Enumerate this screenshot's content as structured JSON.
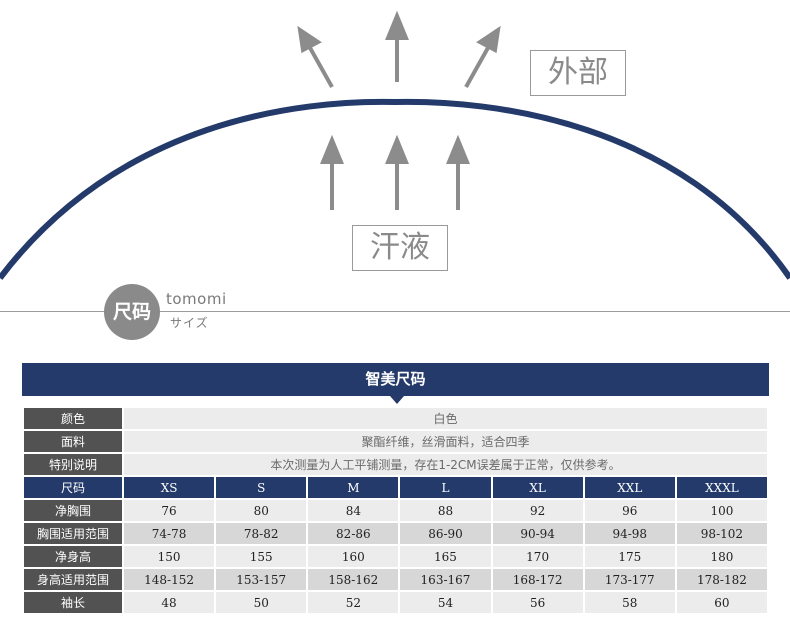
{
  "diagram": {
    "outer_label": "外部",
    "sweat_label": "汗液"
  },
  "brand": {
    "badge": "尺码",
    "name": "tomomi",
    "sub": "サイズ"
  },
  "colors": {
    "navy": "#233a6a",
    "row_header": "#525252",
    "light_cell": "#ececec",
    "mid_cell": "#d7d7d7",
    "arrow": "#8c8c8c"
  },
  "table": {
    "title": "智美尺码",
    "info_rows": [
      {
        "label": "颜色",
        "value": "白色"
      },
      {
        "label": "面料",
        "value": "聚酯纤维，丝滑面料，适合四季"
      },
      {
        "label": "特别说明",
        "value": "本次测量为人工平铺测量，存在1-2CM误差属于正常，仅供参考。"
      }
    ],
    "size_header": "尺码",
    "sizes": [
      "XS",
      "S",
      "M",
      "L",
      "XL",
      "XXL",
      "XXXL"
    ],
    "measure_rows": [
      {
        "label": "净胸围",
        "values": [
          "76",
          "80",
          "84",
          "88",
          "92",
          "96",
          "100"
        ]
      },
      {
        "label": "胸围适用范围",
        "values": [
          "74-78",
          "78-82",
          "82-86",
          "86-90",
          "90-94",
          "94-98",
          "98-102"
        ]
      },
      {
        "label": "净身高",
        "values": [
          "150",
          "155",
          "160",
          "165",
          "170",
          "175",
          "180"
        ]
      },
      {
        "label": "身高适用范围",
        "values": [
          "148-152",
          "153-157",
          "158-162",
          "163-167",
          "168-172",
          "173-177",
          "178-182"
        ]
      },
      {
        "label": "袖长",
        "values": [
          "48",
          "50",
          "52",
          "54",
          "56",
          "58",
          "60"
        ]
      }
    ]
  }
}
